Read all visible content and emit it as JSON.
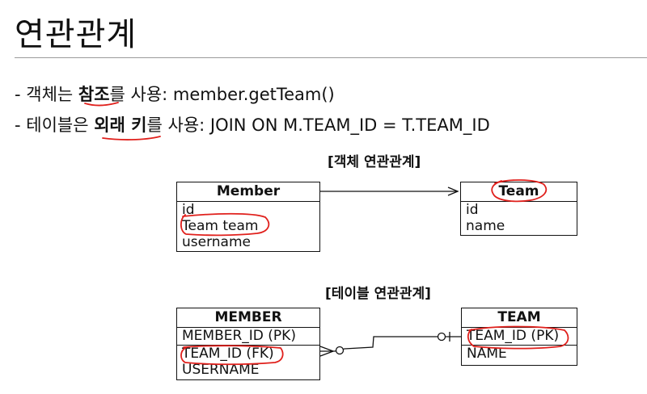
{
  "title": "연관관계",
  "bullets": {
    "b1": {
      "prefix": "- 객체는 ",
      "bold": "참조",
      "suffix": "를 사용: member.getTeam()"
    },
    "b2": {
      "prefix": "- 테이블은 ",
      "bold": "외래 키",
      "suffix": "를 사용: JOIN ON M.TEAM_ID = T.TEAM_ID"
    }
  },
  "object_diagram": {
    "heading": "[객체 연관관계]",
    "member": {
      "name": "Member",
      "fields": [
        "id",
        "Team team",
        "username"
      ]
    },
    "team": {
      "name": "Team",
      "fields": [
        "id",
        "name"
      ]
    }
  },
  "table_diagram": {
    "heading": "[테이블 연관관계]",
    "member": {
      "name": "MEMBER",
      "pk": "MEMBER_ID (PK)",
      "fields": [
        "TEAM_ID (FK)",
        "USERNAME"
      ]
    },
    "team": {
      "name": "TEAM",
      "pk": "TEAM_ID (PK)",
      "fields": [
        "NAME"
      ]
    }
  },
  "colors": {
    "annotation": "#e0201c",
    "line": "#111111",
    "rule": "#9a9a9a"
  }
}
